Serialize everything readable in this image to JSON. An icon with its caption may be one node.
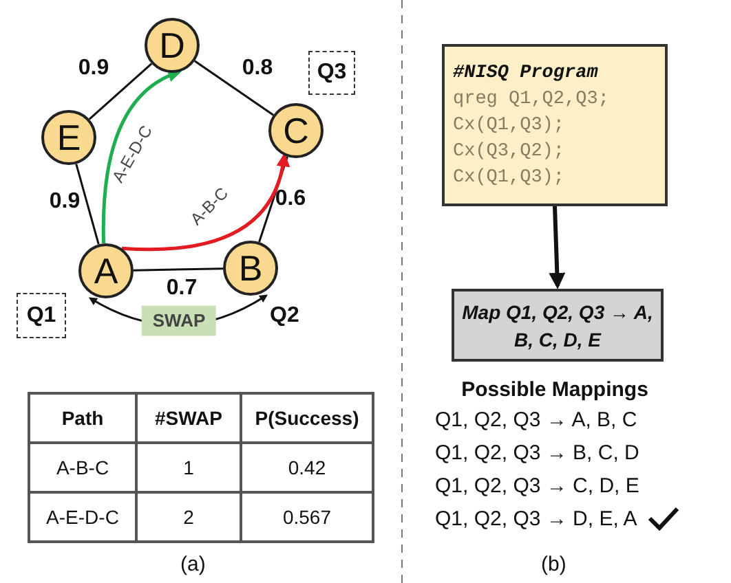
{
  "diagram": {
    "nodes": [
      {
        "text": [
          "D"
        ]
      },
      {
        "text": [
          "Q3"
        ]
      },
      {
        "text": [
          "E"
        ]
      },
      {
        "text": [
          "C"
        ]
      },
      {
        "text": [
          "A"
        ]
      },
      {
        "text": [
          "B"
        ]
      },
      {
        "text": [
          "Q1"
        ]
      },
      {
        "text": [
          "#NISQ Program",
          "qreg Q1,Q2,Q3;",
          "Cx(Q1,Q3);",
          "Cx(Q3,Q2);",
          "Cx(Q1,Q3);"
        ]
      },
      {
        "text": [
          "Map Q1, Q2, Q3 → A, B, C, D, E"
        ]
      }
    ],
    "edges": [
      {
        "from": 0,
        "to": 2,
        "arrow": "none",
        "label": "0.9"
      },
      {
        "from": 0,
        "to": 3,
        "arrow": "none",
        "label": "0.8"
      },
      {
        "from": 2,
        "to": 4,
        "arrow": "none",
        "label": "0.9"
      },
      {
        "from": 3,
        "to": 5,
        "arrow": "none",
        "label": "0.6"
      },
      {
        "from": 4,
        "to": 5,
        "arrow": "none",
        "label": "0.7"
      },
      {
        "from": 4,
        "to": 0,
        "arrow": "to",
        "label": "A-E-D-C",
        "color": "#1fae4f"
      },
      {
        "from": 4,
        "to": 3,
        "arrow": "to",
        "label": "A-B-C",
        "color": "#e31b23"
      },
      {
        "from": 4,
        "to": 5,
        "arrow": "both",
        "label": "SWAP"
      },
      {
        "from": 7,
        "to": 8,
        "arrow": "to",
        "style": "thick"
      }
    ],
    "labels": [
      "Q2",
      "Path",
      "#SWAP",
      "P(Success)",
      "A-B-C",
      "1",
      "0.42",
      "A-E-D-C",
      "2",
      "0.567",
      "(a)",
      "Possible Mappings",
      "Q1, Q2, Q3 → A, B, C",
      "Q1, Q2, Q3 → B, C, D",
      "Q1, Q2, Q3 → C, D, E",
      "Q1, Q2, Q3 → D, E, A",
      "(b)"
    ]
  }
}
